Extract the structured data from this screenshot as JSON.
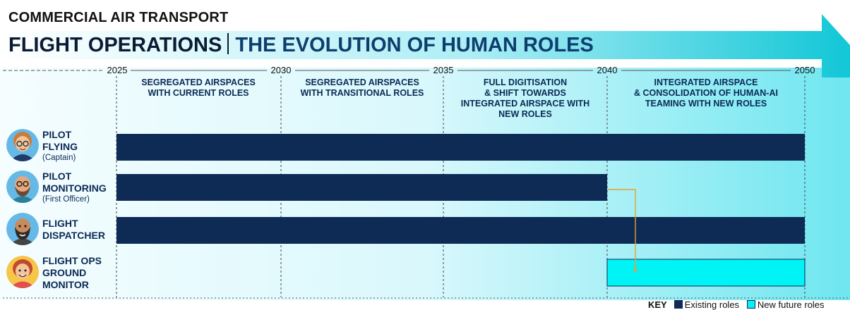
{
  "header": {
    "kicker": "COMMERCIAL AIR TRANSPORT",
    "title": "FLIGHT OPERATIONS",
    "subtitle": "THE EVOLUTION OF HUMAN ROLES"
  },
  "timeline": {
    "years": [
      "2025",
      "2030",
      "2035",
      "2040",
      "2050"
    ],
    "phases": [
      "SEGREGATED AIRSPACES\nWITH CURRENT ROLES",
      "SEGREGATED AIRSPACES\nWITH TRANSITIONAL ROLES",
      "FULL DIGITISATION\n& SHIFT TOWARDS\nINTEGRATED AIRSPACE WITH\nNEW ROLES",
      "INTEGRATED AIRSPACE\n& CONSOLIDATION OF HUMAN-AI\nTEAMING WITH NEW ROLES"
    ]
  },
  "roles": [
    {
      "name": "PILOT\nFLYING",
      "note": "(Captain)",
      "start": 2025,
      "end": 2050,
      "kind": "existing",
      "avatar": "pilot-avatar"
    },
    {
      "name": "PILOT\nMONITORING",
      "note": "(First Officer)",
      "start": 2025,
      "end": 2040,
      "kind": "existing",
      "avatar": "copilot-avatar"
    },
    {
      "name": "FLIGHT\nDISPATCHER",
      "note": "",
      "start": 2025,
      "end": 2050,
      "kind": "existing",
      "avatar": "dispatcher-avatar"
    },
    {
      "name": "FLIGHT OPS\nGROUND\nMONITOR",
      "note": "",
      "start": 2040,
      "end": 2050,
      "kind": "new",
      "avatar": "ground-monitor-avatar"
    }
  ],
  "transition": {
    "from_role": "PILOT MONITORING",
    "to_role": "FLIGHT OPS GROUND MONITOR"
  },
  "key": {
    "label": "KEY",
    "existing": "Existing roles",
    "new": "New future roles"
  },
  "colors": {
    "existing": "#0d2b55",
    "new": "#00f3f5",
    "arrow_start": "#ffffff",
    "arrow_end": "#17c5d6",
    "connector": "#e6a12e"
  }
}
